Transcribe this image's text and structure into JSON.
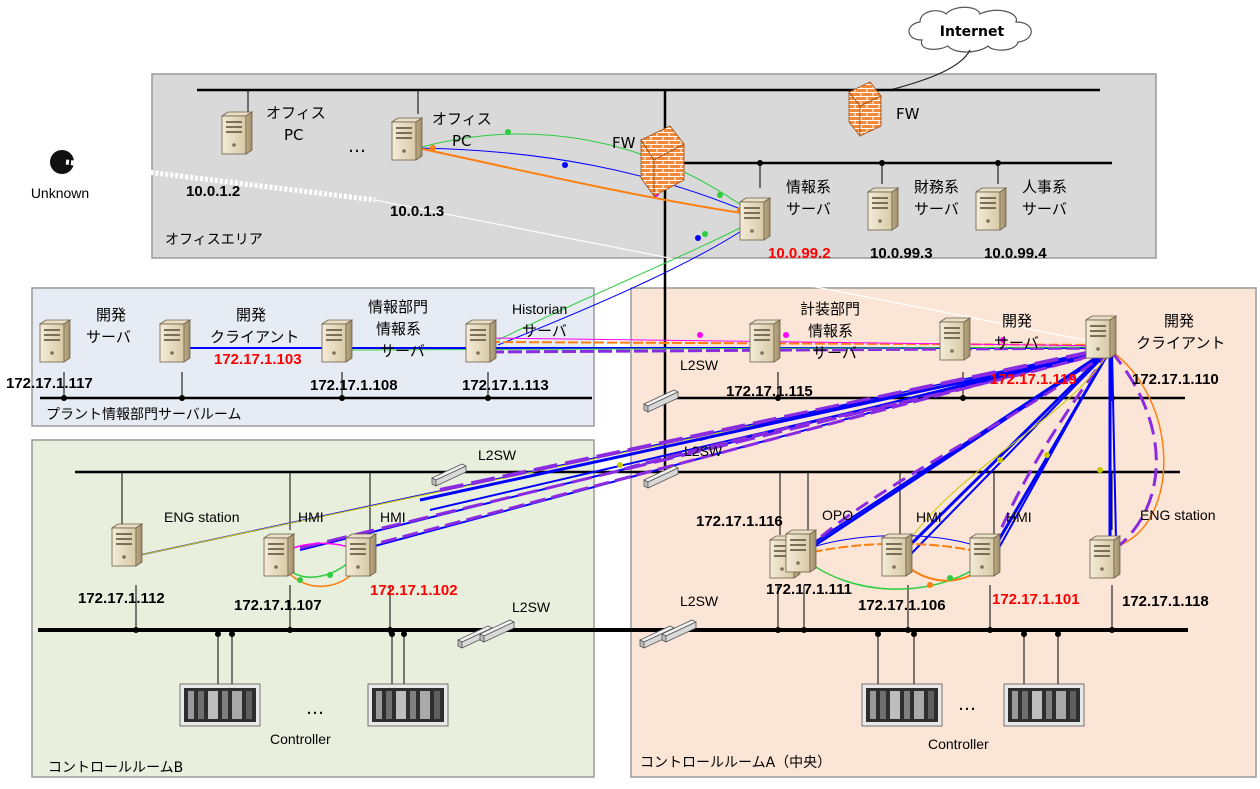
{
  "zones": {
    "office": "オフィスエリア",
    "plant_server_room": "プラント情報部門サーバルーム",
    "control_b": "コントロールルームB",
    "control_a": "コントロールルームA（中央）"
  },
  "internet": "Internet",
  "unknown": "Unknown",
  "labels": {
    "fw": "FW",
    "l2sw": "L2SW",
    "controller": "Controller",
    "ellipsis": "…"
  },
  "office": {
    "pc1": {
      "l1": "オフィス",
      "l2": "PC",
      "ip": "10.0.1.2"
    },
    "pc2": {
      "l1": "オフィス",
      "l2": "PC",
      "ip": "10.0.1.3"
    },
    "info_server": {
      "l1": "情報系",
      "l2": "サーバ",
      "ip": "10.0.99.2"
    },
    "finance_server": {
      "l1": "財務系",
      "l2": "サーバ",
      "ip": "10.0.99.3"
    },
    "hr_server": {
      "l1": "人事系",
      "l2": "サーバ",
      "ip": "10.0.99.4"
    }
  },
  "plant": {
    "dev_server": {
      "l1": "開発",
      "l2": "サーバ",
      "ip": "172.17.1.117"
    },
    "dev_client": {
      "l1": "開発",
      "l2": "クライアント",
      "ip": "172.17.1.103"
    },
    "info_dept_server": {
      "l1": "情報部門",
      "l2": "情報系",
      "l3": "サーバ",
      "ip": "172.17.1.108"
    },
    "historian": {
      "l1": "Historian",
      "l2": "サーバ",
      "ip": "172.17.1.113"
    }
  },
  "control_a": {
    "instr_server": {
      "l1": "計装部門",
      "l2": "情報系",
      "l3": "サーバ",
      "ip": "172.17.1.115"
    },
    "dev_server": {
      "l1": "開発",
      "l2": "サーバ",
      "ip": "172.17.1.119"
    },
    "dev_client": {
      "l1": "開発",
      "l2": "クライアント",
      "ip": "172.17.1.110"
    },
    "opo": {
      "l1": "OPO",
      "ip1": "172.17.1.116",
      "ip2": "172.17.1.111"
    },
    "hmi1": {
      "l1": "HMI",
      "ip": "172.17.1.106"
    },
    "hmi2": {
      "l1": "HMI",
      "ip": "172.17.1.101"
    },
    "eng": {
      "l1": "ENG station",
      "ip": "172.17.1.118"
    }
  },
  "control_b": {
    "eng": {
      "l1": "ENG station",
      "ip": "172.17.1.112"
    },
    "hmi1": {
      "l1": "HMI",
      "ip": "172.17.1.107"
    },
    "hmi2": {
      "l1": "HMI",
      "ip": "172.17.1.102"
    }
  }
}
